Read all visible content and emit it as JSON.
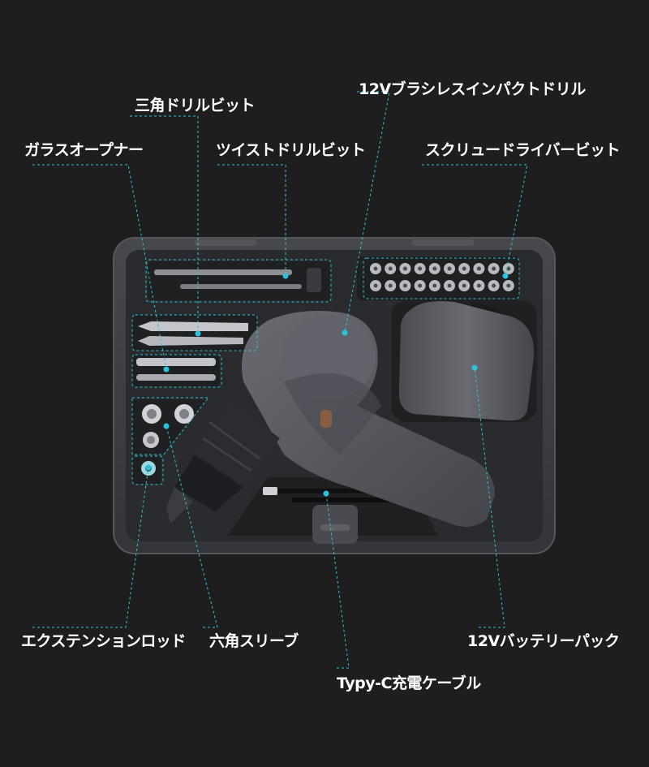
{
  "colors": {
    "background": "#1e1e1f",
    "case_shell": "#3b3c40",
    "case_tray": "#2a2b2e",
    "tool_body": "#5b5c63",
    "accent_leader": "#2bc3dc",
    "power_button": "#e8782b",
    "label_text": "#ffffff"
  },
  "callouts": [
    {
      "id": "triangle-drill-bit",
      "label": "三角ドリルビット"
    },
    {
      "id": "impact-drill",
      "label": "12Vブラシレスインパクトドリル"
    },
    {
      "id": "glass-opener",
      "label": "ガラスオープナー"
    },
    {
      "id": "twist-drill-bit",
      "label": "ツイストドリルビット"
    },
    {
      "id": "screwdriver-bit",
      "label": "スクリュードライバービット"
    },
    {
      "id": "extension-rod",
      "label": "エクステンションロッド"
    },
    {
      "id": "hex-sleeve",
      "label": "六角スリーブ"
    },
    {
      "id": "battery-pack",
      "label": "12Vバッテリーパック"
    },
    {
      "id": "charging-cable",
      "label": "Typy-C充電ケーブル"
    }
  ]
}
